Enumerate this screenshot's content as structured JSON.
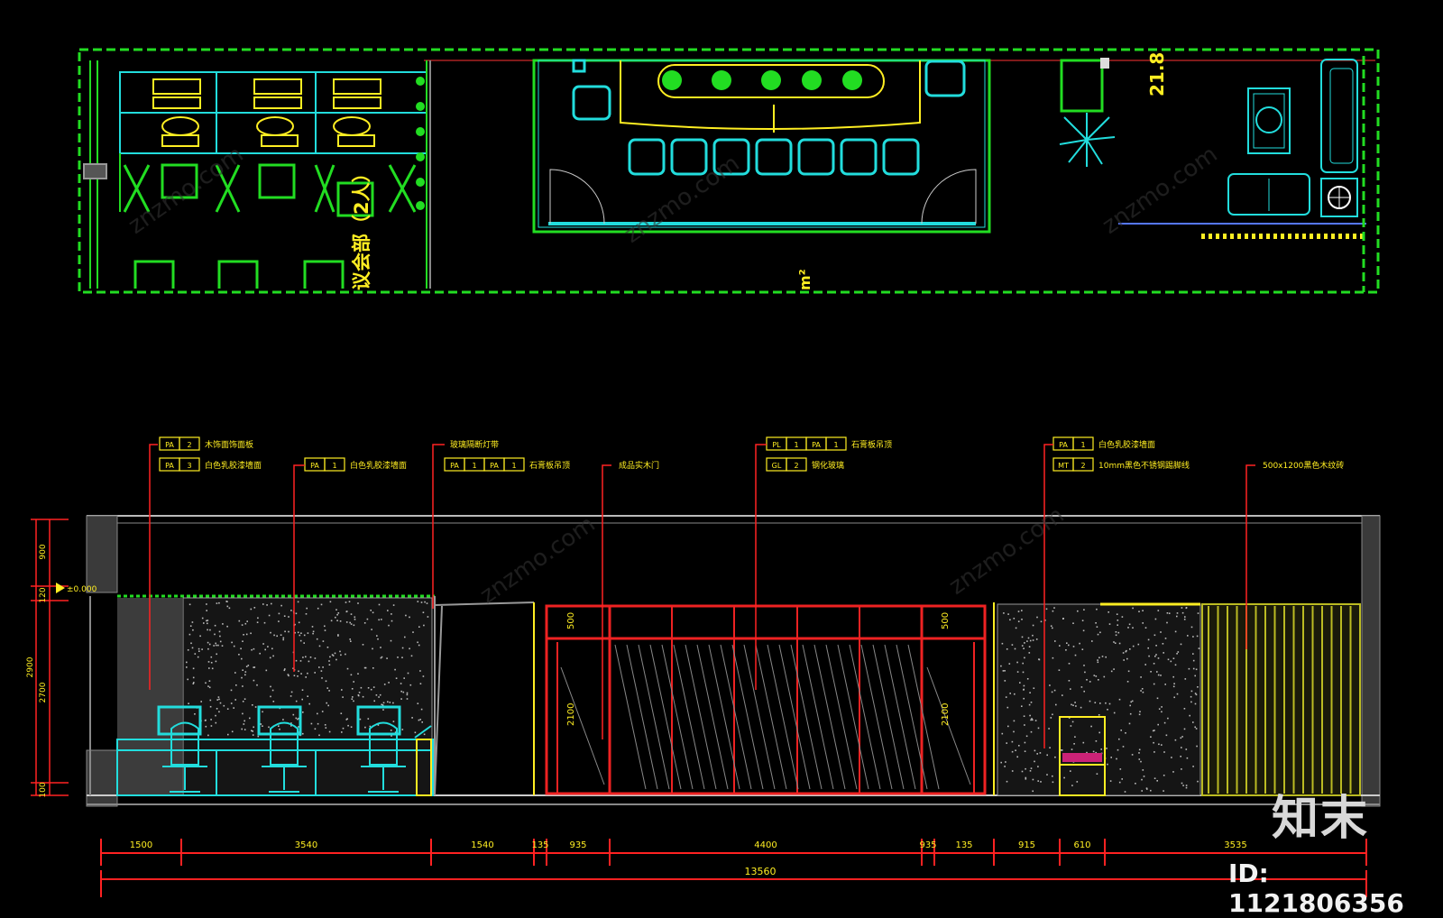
{
  "colors": {
    "background": "#000000",
    "boundary": "#22dd22",
    "furniture": "#22dddd",
    "annotation": "#ffee22",
    "leader": "#ff2222",
    "wall": "#555555"
  },
  "plan": {
    "area_value": "21.8",
    "area_unit": "m²",
    "room_label": "议会部（2人）"
  },
  "elevation": {
    "callouts": [
      {
        "codes": [
          "PA",
          "2"
        ],
        "note": "木饰面饰面板"
      },
      {
        "codes": [
          "PA",
          "3"
        ],
        "note": "白色乳胶漆墙面"
      },
      {
        "codes": [
          "PA",
          "1"
        ],
        "note": "白色乳胶漆墙面"
      },
      {
        "codes": [],
        "note": "玻璃隔断灯带"
      },
      {
        "codes": [
          "PA",
          "1",
          "PA",
          "1"
        ],
        "note": "石膏板吊顶"
      },
      {
        "codes": [],
        "note": "成品实木门"
      },
      {
        "codes": [
          "PL",
          "1",
          "PA",
          "1"
        ],
        "note": "石膏板吊顶"
      },
      {
        "codes": [
          "GL",
          "2"
        ],
        "note": "钢化玻璃"
      },
      {
        "codes": [
          "PA",
          "1"
        ],
        "note": "白色乳胶漆墙面"
      },
      {
        "codes": [
          "MT",
          "2"
        ],
        "note": "10mm黑色不锈钢踢脚线"
      },
      {
        "codes": [],
        "note": "500x1200黑色木纹砖"
      }
    ],
    "heights": [
      "900",
      "120",
      "2900",
      "2700",
      "100"
    ],
    "door_heights": [
      "2100",
      "2100"
    ],
    "transom_heights": [
      "500",
      "500"
    ],
    "dimensions": [
      "1500",
      "3540",
      "1540",
      "135",
      "935",
      "4400",
      "935",
      "135",
      "915",
      "610",
      "3535"
    ],
    "total_dimension": "13560",
    "level_tag": "±0.000"
  },
  "watermark": {
    "site": "znzmo.com",
    "brand": "知末",
    "id": "ID: 1121806356"
  }
}
